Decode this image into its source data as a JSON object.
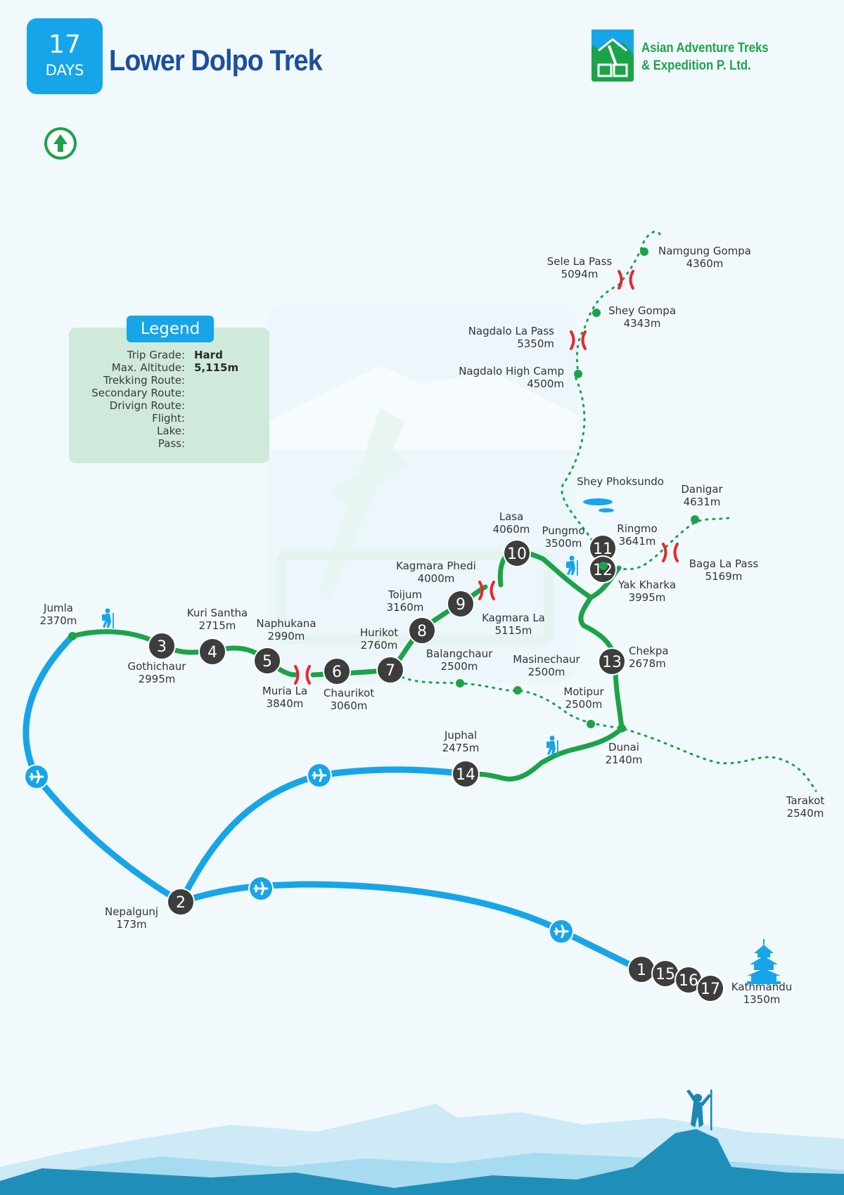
{
  "header": {
    "days_number": "17",
    "days_label": "DAYS",
    "title": "Lower Dolpo Trek"
  },
  "brand": {
    "line1": "Asian Adventure Treks",
    "line2": "& Expedition P. Ltd."
  },
  "legend": {
    "title": "Legend",
    "rows": [
      {
        "label": "Trip Grade:",
        "value": "Hard"
      },
      {
        "label": "Max. Altitude:",
        "value": "5,115m"
      },
      {
        "label": "Trekking Route:",
        "symbol": "trekking-route"
      },
      {
        "label": "Secondary Route:",
        "symbol": "secondary-route"
      },
      {
        "label": "Drivign Route:",
        "symbol": "driving-route"
      },
      {
        "label": "Flight:",
        "symbol": "flight"
      },
      {
        "label": "Lake:",
        "symbol": "lake"
      },
      {
        "label": "Pass:",
        "symbol": "pass"
      }
    ]
  },
  "colors": {
    "trek_green": "#1ca34a",
    "flight_blue": "#16a5e8",
    "pass_red": "#e8262c",
    "stop_dark": "#3d3d3d",
    "title_navy": "#1b4f9c"
  },
  "icons": [
    "north-arrow-icon",
    "airplane-icon",
    "hiker-icon",
    "pagoda-icon",
    "pass-icon",
    "lake-icon",
    "climber-silhouette-icon",
    "brand-logo-icon"
  ],
  "day_stops": [
    {
      "day": "1"
    },
    {
      "day": "2"
    },
    {
      "day": "3"
    },
    {
      "day": "4"
    },
    {
      "day": "5"
    },
    {
      "day": "6"
    },
    {
      "day": "7"
    },
    {
      "day": "8"
    },
    {
      "day": "9"
    },
    {
      "day": "10"
    },
    {
      "day": "11"
    },
    {
      "day": "12"
    },
    {
      "day": "13"
    },
    {
      "day": "14"
    },
    {
      "day": "15"
    },
    {
      "day": "16"
    },
    {
      "day": "17"
    }
  ],
  "places": [
    {
      "name": "Jumla",
      "alt": "2370m"
    },
    {
      "name": "Kuri Santha",
      "alt": "2715m"
    },
    {
      "name": "Naphukana",
      "alt": "2990m"
    },
    {
      "name": "Gothichaur",
      "alt": "2995m"
    },
    {
      "name": "Muria La",
      "alt": "3840m"
    },
    {
      "name": "Chaurikot",
      "alt": "3060m"
    },
    {
      "name": "Hurikot",
      "alt": "2760m"
    },
    {
      "name": "Toijum",
      "alt": "3160m"
    },
    {
      "name": "Kagmara Phedi",
      "alt": "4000m"
    },
    {
      "name": "Kagmara La",
      "alt": "5115m"
    },
    {
      "name": "Lasa",
      "alt": "4060m"
    },
    {
      "name": "Pungmo",
      "alt": "3500m"
    },
    {
      "name": "Ringmo",
      "alt": "3641m"
    },
    {
      "name": "Yak Kharka",
      "alt": "3995m"
    },
    {
      "name": "Baga La Pass",
      "alt": "5169m"
    },
    {
      "name": "Danigar",
      "alt": "4631m"
    },
    {
      "name": "Shey Phoksundo",
      "alt": ""
    },
    {
      "name": "Nagdalo High Camp",
      "alt": "4500m"
    },
    {
      "name": "Nagdalo La Pass",
      "alt": "5350m"
    },
    {
      "name": "Shey Gompa",
      "alt": "4343m"
    },
    {
      "name": "Sele La Pass",
      "alt": "5094m"
    },
    {
      "name": "Namgung Gompa",
      "alt": "4360m"
    },
    {
      "name": "Chekpa",
      "alt": "2678m"
    },
    {
      "name": "Balangchaur",
      "alt": "2500m"
    },
    {
      "name": "Masinechaur",
      "alt": "2500m"
    },
    {
      "name": "Motipur",
      "alt": "2500m"
    },
    {
      "name": "Dunai",
      "alt": "2140m"
    },
    {
      "name": "Juphal",
      "alt": "2475m"
    },
    {
      "name": "Tarakot",
      "alt": "2540m"
    },
    {
      "name": "Nepalgunj",
      "alt": "173m"
    },
    {
      "name": "Kathmandu",
      "alt": "1350m"
    }
  ]
}
